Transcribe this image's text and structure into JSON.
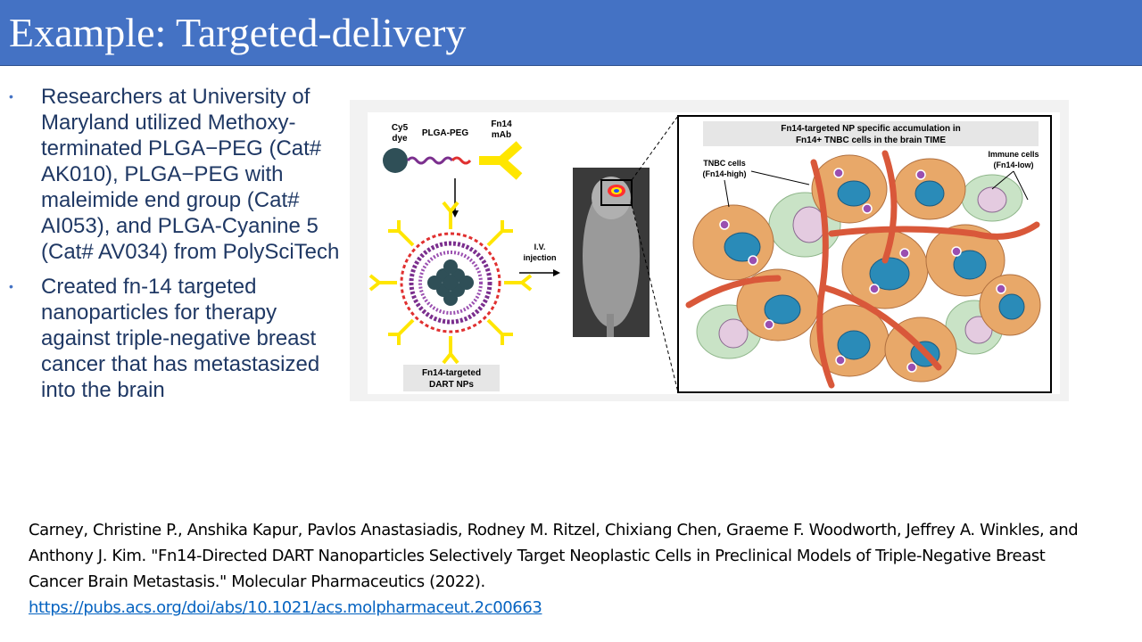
{
  "slide": {
    "title": "Example: Targeted-delivery",
    "bullets": [
      "Researchers at University of Maryland utilized Methoxy-terminated PLGA−PEG (Cat# AK010), PLGA−PEG with maleimide end group (Cat# AI053), and PLGA-Cyanine 5 (Cat# AV034) from PolySciTech",
      "Created fn-14 targeted nanoparticles for therapy against triple-negative breast cancer that has metastasized into the brain"
    ],
    "citation": {
      "text": "Carney, Christine P., Anshika Kapur, Pavlos Anastasiadis, Rodney M. Ritzel, Chixiang Chen, Graeme F. Woodworth, Jeffrey A. Winkles, and Anthony J. Kim. \"Fn14-Directed DART Nanoparticles Selectively Target Neoplastic Cells in Preclinical Models of Triple-Negative Breast Cancer Brain Metastasis.\" Molecular Pharmaceutics (2022).",
      "link": "https://pubs.acs.org/doi/abs/10.1021/acs.molpharmaceut.2c00663"
    }
  },
  "figure": {
    "labels": {
      "cy5_line1": "Cy5",
      "cy5_line2": "dye",
      "plga_peg": "PLGA-PEG",
      "fn14_line1": "Fn14",
      "fn14_line2": "mAb",
      "np_line1": "Fn14-targeted",
      "np_line2": "DART NPs",
      "iv_line1": "I.V.",
      "iv_line2": "injection",
      "header_line1": "Fn14-targeted NP specific accumulation in",
      "header_line2": "Fn14+ TNBC cells in the brain TIME",
      "tnbc_line1": "TNBC cells",
      "tnbc_line2": "(Fn14-high)",
      "immune_line1": "Immune cells",
      "immune_line2": "(Fn14-low)"
    },
    "colors": {
      "title_bar": "#4472c4",
      "bullet_text": "#1f3864",
      "link": "#0563c1",
      "peg_chain": "#7b2f8e",
      "antibody": "#ffe600",
      "tumor_cell": "#e8a869",
      "nucleus": "#2a8bb8",
      "vessel": "#d9583a",
      "immune_cell": "#c9e3c6"
    }
  }
}
